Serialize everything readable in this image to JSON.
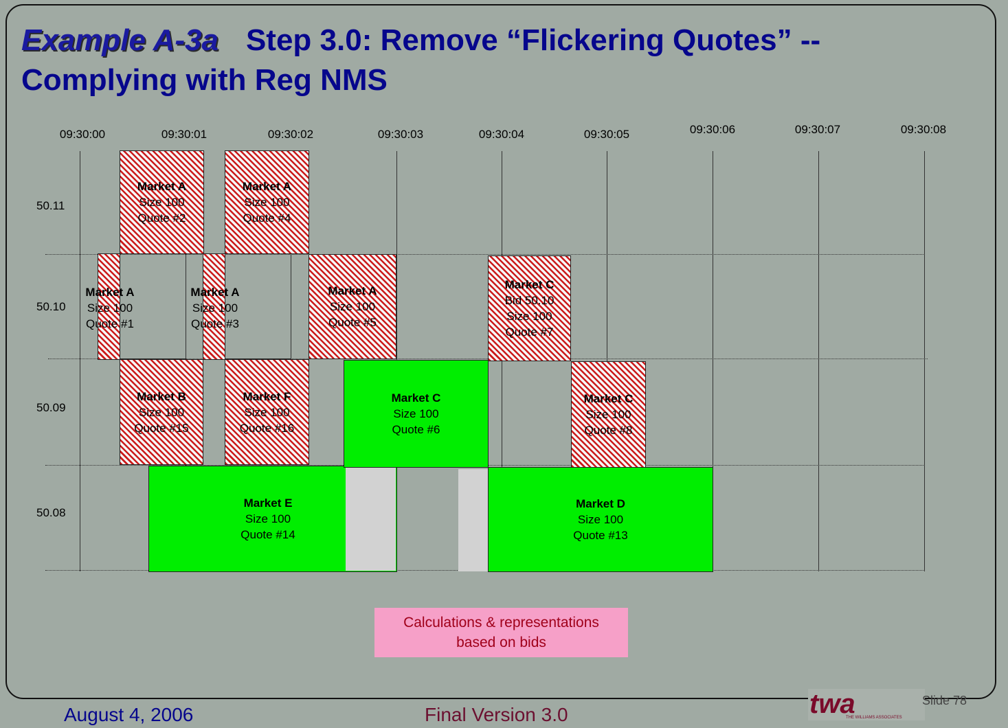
{
  "title": {
    "example": "Example A-3a",
    "line1": "Step 3.0: Remove “Flickering Quotes” --",
    "line2": "Complying with Reg NMS"
  },
  "time_labels": [
    "09:30:00",
    "09:30:01",
    "09:30:02",
    "09:30:03",
    "09:30:04",
    "09:30:05",
    "09:30:06",
    "09:30:07",
    "09:30:08"
  ],
  "price_labels": [
    "50.11",
    "50.10",
    "50.09",
    "50.08"
  ],
  "quotes": [
    {
      "lines": [
        "Market A",
        "Size 100",
        "Quote #2"
      ],
      "style": "hatch"
    },
    {
      "lines": [
        "Market A",
        "Size 100",
        "Quote #4"
      ],
      "style": "hatch"
    },
    {
      "lines": [
        "Market A",
        "Size 100",
        "Quote #1"
      ],
      "style": "hatch"
    },
    {
      "lines": [
        "Market A",
        "Size 100",
        "Quote #3"
      ],
      "style": "hatch"
    },
    {
      "lines": [
        "Market A",
        "Size 100",
        "Quote #5"
      ],
      "style": "hatch"
    },
    {
      "lines": [
        "Market C",
        "Bid 50.10",
        "Size 100",
        "Quote #7"
      ],
      "style": "hatch"
    },
    {
      "lines": [
        "Market B",
        "Size 100",
        "Quote #15"
      ],
      "style": "hatch"
    },
    {
      "lines": [
        "Market F",
        "Size 100",
        "Quote #16"
      ],
      "style": "hatch"
    },
    {
      "lines": [
        "Market C",
        "Size 100",
        "Quote #6"
      ],
      "style": "green"
    },
    {
      "lines": [
        "Market C",
        "Size 100",
        "Quote #8"
      ],
      "style": "hatch"
    },
    {
      "lines": [
        "Market E",
        "Size 100",
        "Quote #14"
      ],
      "style": "green"
    },
    {
      "lines": [
        "Market D",
        "Size 100",
        "Quote #13"
      ],
      "style": "green"
    }
  ],
  "note": {
    "line1": "Calculations & representations",
    "line2": "based on bids"
  },
  "footer": {
    "date": "August 4, 2006",
    "version": "Final Version 3.0",
    "slide": "Slide 78",
    "logo_text": "twa",
    "logo_sub": "THE WILLIAMS ASSOCIATES"
  },
  "colors": {
    "hatch": "#cc1a1a",
    "green": "#00ee00",
    "title": "#06068c",
    "note_bg": "#f6a0c8"
  }
}
